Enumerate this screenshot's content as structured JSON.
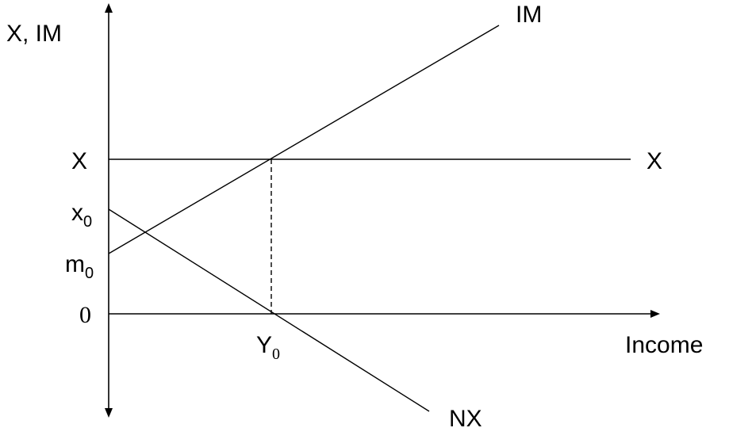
{
  "diagram": {
    "y_axis_label": "X, IM",
    "x_axis_label": "Income",
    "ticks": {
      "x_level": "X",
      "x0_base": "x",
      "x0_sub": "0",
      "m0_base": "m",
      "m0_sub": "0",
      "origin": "0",
      "y0_base": "Y",
      "y0_sub": "0"
    },
    "curves": {
      "im": "IM",
      "x": "X",
      "nx": "NX"
    }
  }
}
